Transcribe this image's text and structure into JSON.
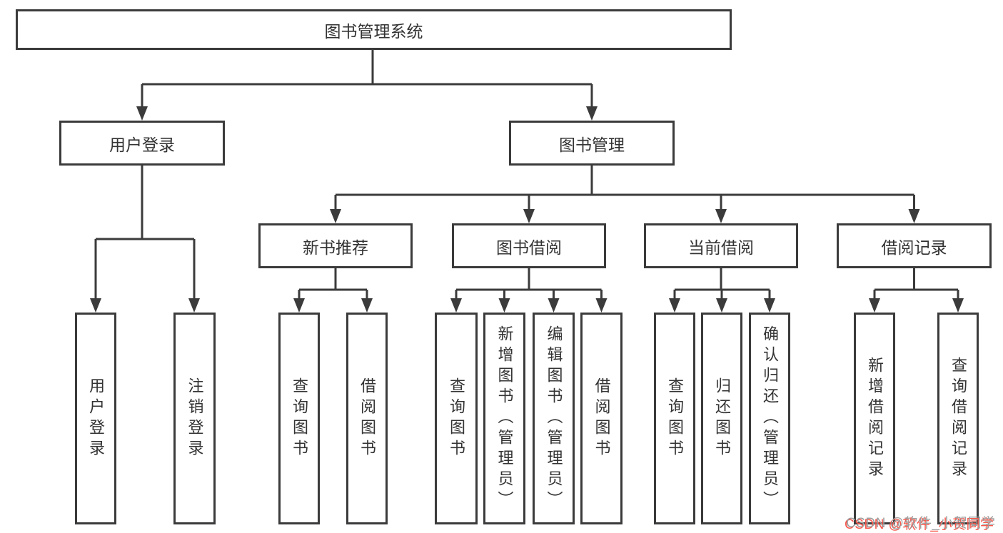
{
  "diagram": {
    "root": "图书管理系统",
    "level2": {
      "user_login": "用户登录",
      "book_management": "图书管理"
    },
    "level3": {
      "new_book": "新书推荐",
      "book_borrow": "图书借阅",
      "current_borrow": "当前借阅",
      "borrow_records": "借阅记录"
    },
    "leaves": {
      "user_login": [
        "用户登录",
        "注销登录"
      ],
      "new_book": [
        "查询图书",
        "借阅图书"
      ],
      "book_borrow": [
        "查询图书",
        "新增图书（管理员）",
        "编辑图书（管理员）",
        "借阅图书"
      ],
      "current_borrow": [
        "查询图书",
        "归还图书",
        "确认归还（管理员）"
      ],
      "borrow_records": [
        "新增借阅记录",
        "查询借阅记录"
      ]
    }
  },
  "watermark": "CSDN @软件_小贺同学",
  "colors": {
    "line": "#3b3b3b",
    "text": "#333333",
    "background": "#ffffff",
    "watermark_gray": "#9e9e9e",
    "watermark_red": "#f8564a"
  }
}
